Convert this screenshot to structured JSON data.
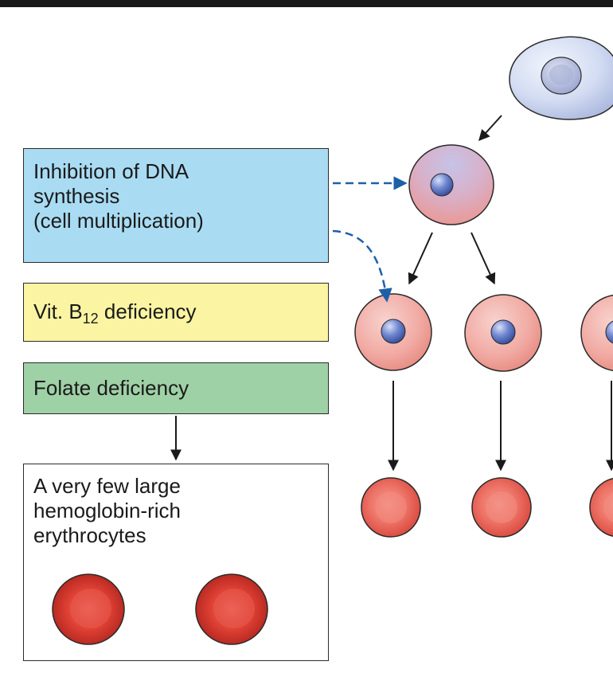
{
  "inhibition_box": {
    "line1": "Inhibition of DNA",
    "line2": "synthesis",
    "line3": "(cell multiplication)"
  },
  "b12_box": {
    "prefix": "Vit. B",
    "subscript": "12",
    "suffix": " deficiency"
  },
  "folate_box": {
    "label": "Folate deficiency"
  },
  "result_box": {
    "line1": "A very few large",
    "line2": "hemoglobin-rich",
    "line3": "erythrocytes"
  },
  "colors": {
    "inhibition_fill": "#a9dcf3",
    "b12_fill": "#fbf5a3",
    "folate_fill": "#9fd1a6",
    "dashed_arrow": "#1f5fa8",
    "stem_cell": "#c9d6ef",
    "precursor_cell": "#ee9a92",
    "erythrocyte": "#e0453d"
  }
}
